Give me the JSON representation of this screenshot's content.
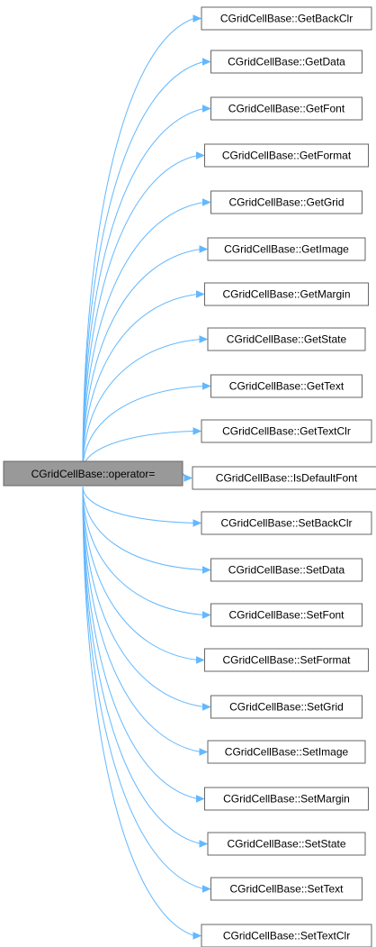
{
  "graph": {
    "source": "CGridCellBase::operator=",
    "targets": [
      "CGridCellBase::GetBackClr",
      "CGridCellBase::GetData",
      "CGridCellBase::GetFont",
      "CGridCellBase::GetFormat",
      "CGridCellBase::GetGrid",
      "CGridCellBase::GetImage",
      "CGridCellBase::GetMargin",
      "CGridCellBase::GetState",
      "CGridCellBase::GetText",
      "CGridCellBase::GetTextClr",
      "CGridCellBase::IsDefaultFont",
      "CGridCellBase::SetBackClr",
      "CGridCellBase::SetData",
      "CGridCellBase::SetFont",
      "CGridCellBase::SetFormat",
      "CGridCellBase::SetGrid",
      "CGridCellBase::SetImage",
      "CGridCellBase::SetMargin",
      "CGridCellBase::SetState",
      "CGridCellBase::SetText",
      "CGridCellBase::SetTextClr"
    ],
    "colors": {
      "edge": "#63b8ff",
      "node_border": "#666666",
      "source_fill": "#999999",
      "target_fill": "#ffffff"
    }
  }
}
